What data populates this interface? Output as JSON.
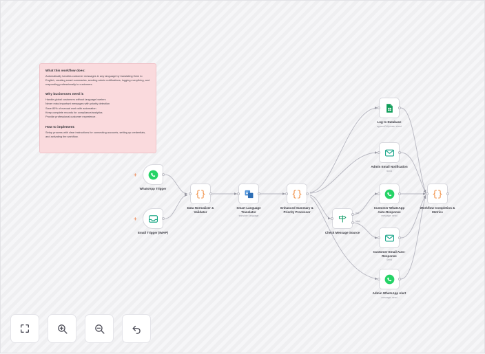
{
  "canvas": {
    "background_color": "#f3f3f5",
    "accent_orange": "#ef8c5a"
  },
  "sticky_note": {
    "color": "#fadadd",
    "sections": [
      {
        "heading": "What this workflow does:",
        "body": "Automatically handles customer messages in any language by translating them to English, creating smart summaries, sending admin notifications, logging everything, and responding professionally to customers."
      },
      {
        "heading": "Why businesses need it:",
        "bullets": [
          "Handle global customers without language barriers",
          "Never miss important messages with priority detection",
          "Save 80% of manual work with automation",
          "Keep complete records for compliance/analytics",
          "Provide professional customer experience."
        ]
      },
      {
        "heading": "How to implement:",
        "body": "Setup process with clear instructions for connecting accounts, setting up credentials, and activating the workflow."
      }
    ]
  },
  "nodes": [
    {
      "id": "whatsapp-trigger",
      "label": "WhatsApp Trigger",
      "subtitle": "",
      "icon": "whatsapp-icon",
      "type": "trigger"
    },
    {
      "id": "email-trigger",
      "label": "Email Trigger (IMAP)",
      "subtitle": "",
      "icon": "inbox-icon",
      "type": "trigger"
    },
    {
      "id": "data-normalizer",
      "label": "Data Normalizer &\nValidator",
      "subtitle": "",
      "icon": "code-icon",
      "type": "code"
    },
    {
      "id": "language-translator",
      "label": "Smart Language\nTranslator",
      "subtitle": "translate: language",
      "icon": "translate-icon",
      "type": "action"
    },
    {
      "id": "summary-processor",
      "label": "Enhanced Summary &\nPriority Processor",
      "subtitle": "",
      "icon": "code-icon",
      "type": "code"
    },
    {
      "id": "check-message-source",
      "label": "Check Message Source",
      "subtitle": "",
      "icon": "switch-icon",
      "type": "if"
    },
    {
      "id": "log-to-database",
      "label": "Log to Database",
      "subtitle": "appendOrUpdate: sheet",
      "icon": "sheets-icon",
      "type": "action"
    },
    {
      "id": "admin-email",
      "label": "Admin Email Notification",
      "subtitle": "Send",
      "icon": "email-icon",
      "type": "action"
    },
    {
      "id": "customer-whatsapp",
      "label": "Customer WhatsApp\nAuto-Response",
      "subtitle": "message: send",
      "icon": "whatsapp-icon",
      "type": "action"
    },
    {
      "id": "customer-email",
      "label": "Customer Email Auto-\nResponse",
      "subtitle": "Send",
      "icon": "email-icon",
      "type": "action"
    },
    {
      "id": "admin-whatsapp",
      "label": "Admin WhatsApp Alert",
      "subtitle": "message: send",
      "icon": "whatsapp-icon",
      "type": "action"
    },
    {
      "id": "workflow-completion",
      "label": "Workflow Completion &\nMetrics",
      "subtitle": "",
      "icon": "code-icon",
      "type": "code"
    }
  ],
  "switch_outputs": {
    "true_label": "true",
    "false_label": "false"
  },
  "toolbar": [
    {
      "id": "fit-view",
      "name": "fit-to-view-button",
      "icon": "fit-screen-icon"
    },
    {
      "id": "zoom-in",
      "name": "zoom-in-button",
      "icon": "zoom-in-icon"
    },
    {
      "id": "zoom-out",
      "name": "zoom-out-button",
      "icon": "zoom-out-icon"
    },
    {
      "id": "reset",
      "name": "reset-view-button",
      "icon": "undo-icon"
    }
  ]
}
